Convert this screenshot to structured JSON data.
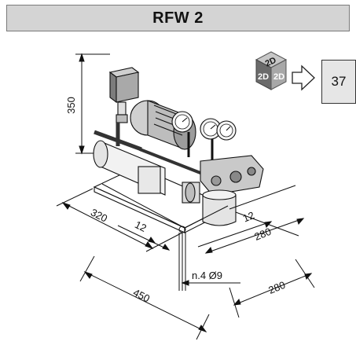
{
  "title": "RFW 2",
  "page_ref": "37",
  "cube_labels": {
    "top": "2D",
    "left": "2D",
    "right": "2D"
  },
  "dimensions": {
    "height": "350",
    "length_left": "320",
    "offset_left": "12",
    "offset_right": "12",
    "width_right": "280",
    "base_length": "450",
    "base_width": "280",
    "holes": "n.4 Ø9"
  },
  "colors": {
    "header_bg": "#d4d4d4",
    "line": "#111111",
    "cube_dark": "#5b5b5b",
    "cube_light": "#bdbdbd"
  }
}
